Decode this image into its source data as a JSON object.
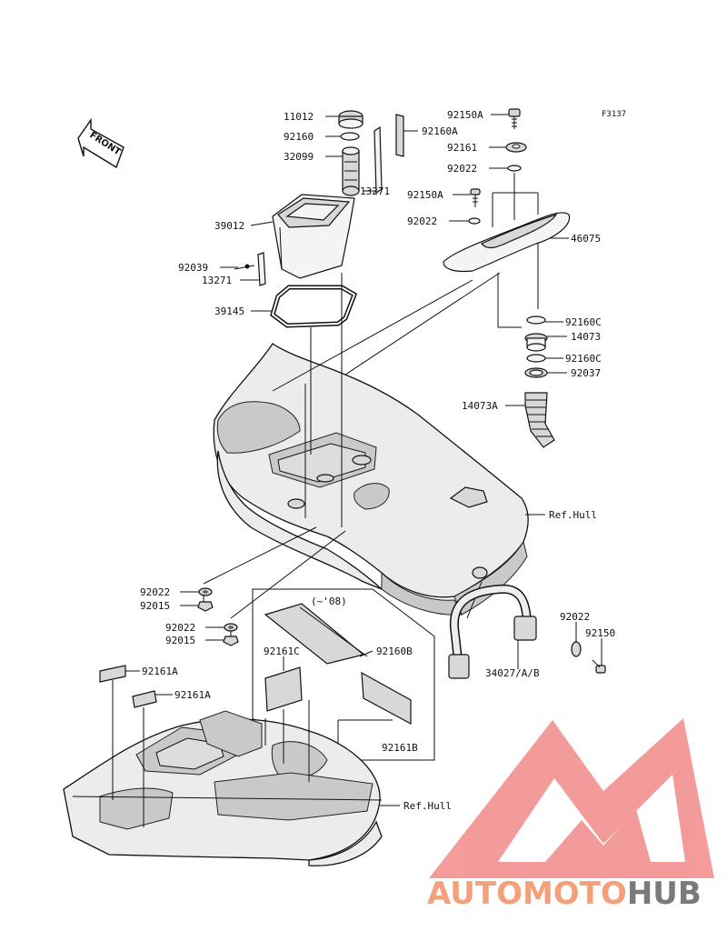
{
  "diagram_code": "F3137",
  "front_label": "FRONT",
  "model_note": "(~'08)",
  "parts": {
    "p11012": "11012",
    "p92160": "92160",
    "p32099": "32099",
    "p13271a": "13271",
    "p39012": "39012",
    "p92039": "92039",
    "p13271b": "13271",
    "p39145": "39145",
    "p92150A_top": "92150A",
    "p92160A": "92160A",
    "p92161": "92161",
    "p92022_a": "92022",
    "p92150A_mid": "92150A",
    "p92022_b": "92022",
    "p46075": "46075",
    "p92160C_a": "92160C",
    "p14073": "14073",
    "p92160C_b": "92160C",
    "p92037": "92037",
    "p14073A": "14073A",
    "ref_hull_1": "Ref.Hull",
    "p92022_c": "92022",
    "p92015_a": "92015",
    "p92022_d": "92022",
    "p92015_b": "92015",
    "p92161A_a": "92161A",
    "p92161A_b": "92161A",
    "p92161C": "92161C",
    "p92160B": "92160B",
    "p92161B": "92161B",
    "p92022_e": "92022",
    "p92150": "92150",
    "p34027": "34027/A/B",
    "ref_hull_2": "Ref.Hull"
  },
  "watermark": {
    "part1": "AUTOMOTO",
    "part2": "HUB",
    "color_main": "#f4a07a",
    "color_hub": "#7a7a7a",
    "logo_color": "#f07a7a"
  }
}
